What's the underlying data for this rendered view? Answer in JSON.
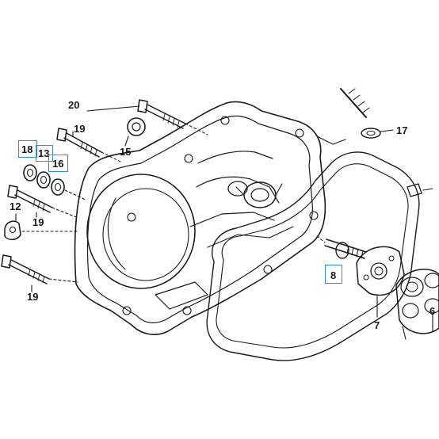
{
  "diagram": {
    "labels": {
      "p20": "20",
      "p19a": "19",
      "p18": "18",
      "p13": "13",
      "p16": "16",
      "p15": "15",
      "p12": "12",
      "p19b": "19",
      "p19c": "19",
      "p17": "17",
      "p8": "8",
      "p7": "7",
      "p6": "6"
    },
    "highlighted_parts": [
      "18",
      "13",
      "16",
      "8"
    ],
    "highlight_color": "#2e8fd6",
    "line_color": "#1a1a1a"
  }
}
